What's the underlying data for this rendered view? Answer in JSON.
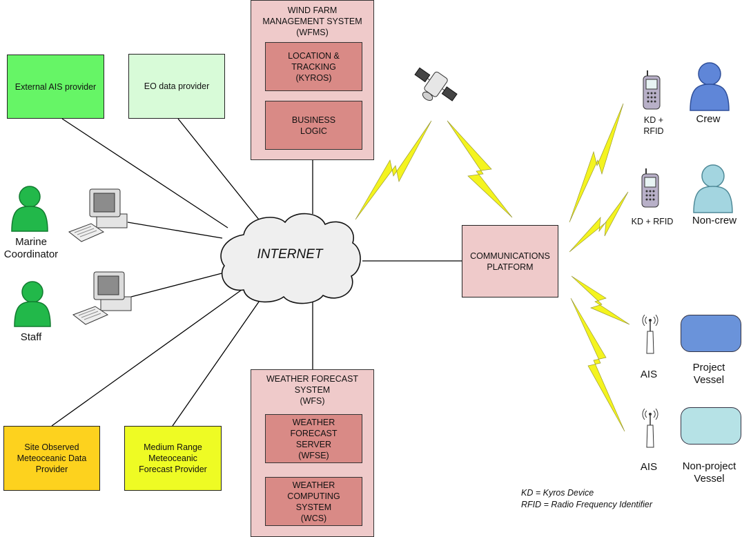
{
  "providers": {
    "external_ais": "External AIS provider",
    "eo_data": "EO data provider",
    "site_observed": "Site Observed\nMeteoceanic Data\nProvider",
    "medium_range": "Medium Range\nMeteoceanic\nForecast Provider"
  },
  "wfms": {
    "title": "WIND FARM\nMANAGEMENT SYSTEM\n(WFMS)",
    "location_tracking": "LOCATION &\nTRACKING\n(KYROS)",
    "business_logic": "BUSINESS\nLOGIC"
  },
  "wfs": {
    "title": "WEATHER FORECAST\nSYSTEM\n(WFS)",
    "forecast_server": "WEATHER\nFORECAST\nSERVER\n(WFSE)",
    "computing_system": "WEATHER\nCOMPUTING\nSYSTEM\n(WCS)"
  },
  "internet": "INTERNET",
  "communications_platform": "COMMUNICATIONS\nPLATFORM",
  "users": {
    "marine_coordinator": "Marine\nCoordinator",
    "staff": "Staff"
  },
  "right": {
    "kd_rfid_1": "KD +\nRFID",
    "crew": "Crew",
    "kd_rfid_2": "KD + RFID",
    "non_crew": "Non-crew",
    "ais_1": "AIS",
    "project_vessel": "Project\nVessel",
    "ais_2": "AIS",
    "non_project_vessel": "Non-project\nVessel"
  },
  "legend": {
    "kd": "KD = Kyros Device",
    "rfid": "RFID = Radio Frequency Identifier"
  },
  "colors": {
    "external_ais": "#66f566",
    "eo_data": "#d8fbd8",
    "site_observed": "#fdd21e",
    "medium_range": "#eefb24",
    "system_bg": "#efcaca",
    "subsystem_bg": "#d98a86",
    "comms_bg": "#efcaca",
    "lightning": "#f4f41f",
    "person_green": "#22b84a",
    "person_blue": "#5f86d8",
    "person_lightblue": "#a3d5e0",
    "vessel_blue": "#6a93da",
    "vessel_lightblue": "#b6e2e6"
  },
  "icons": {
    "satellite": "satellite-icon",
    "phone": "mobile-phone-icon",
    "computer": "desktop-computer-icon",
    "person": "person-icon",
    "antenna": "ais-antenna-icon",
    "cloud": "cloud-icon",
    "lightning": "lightning-bolt-icon"
  }
}
